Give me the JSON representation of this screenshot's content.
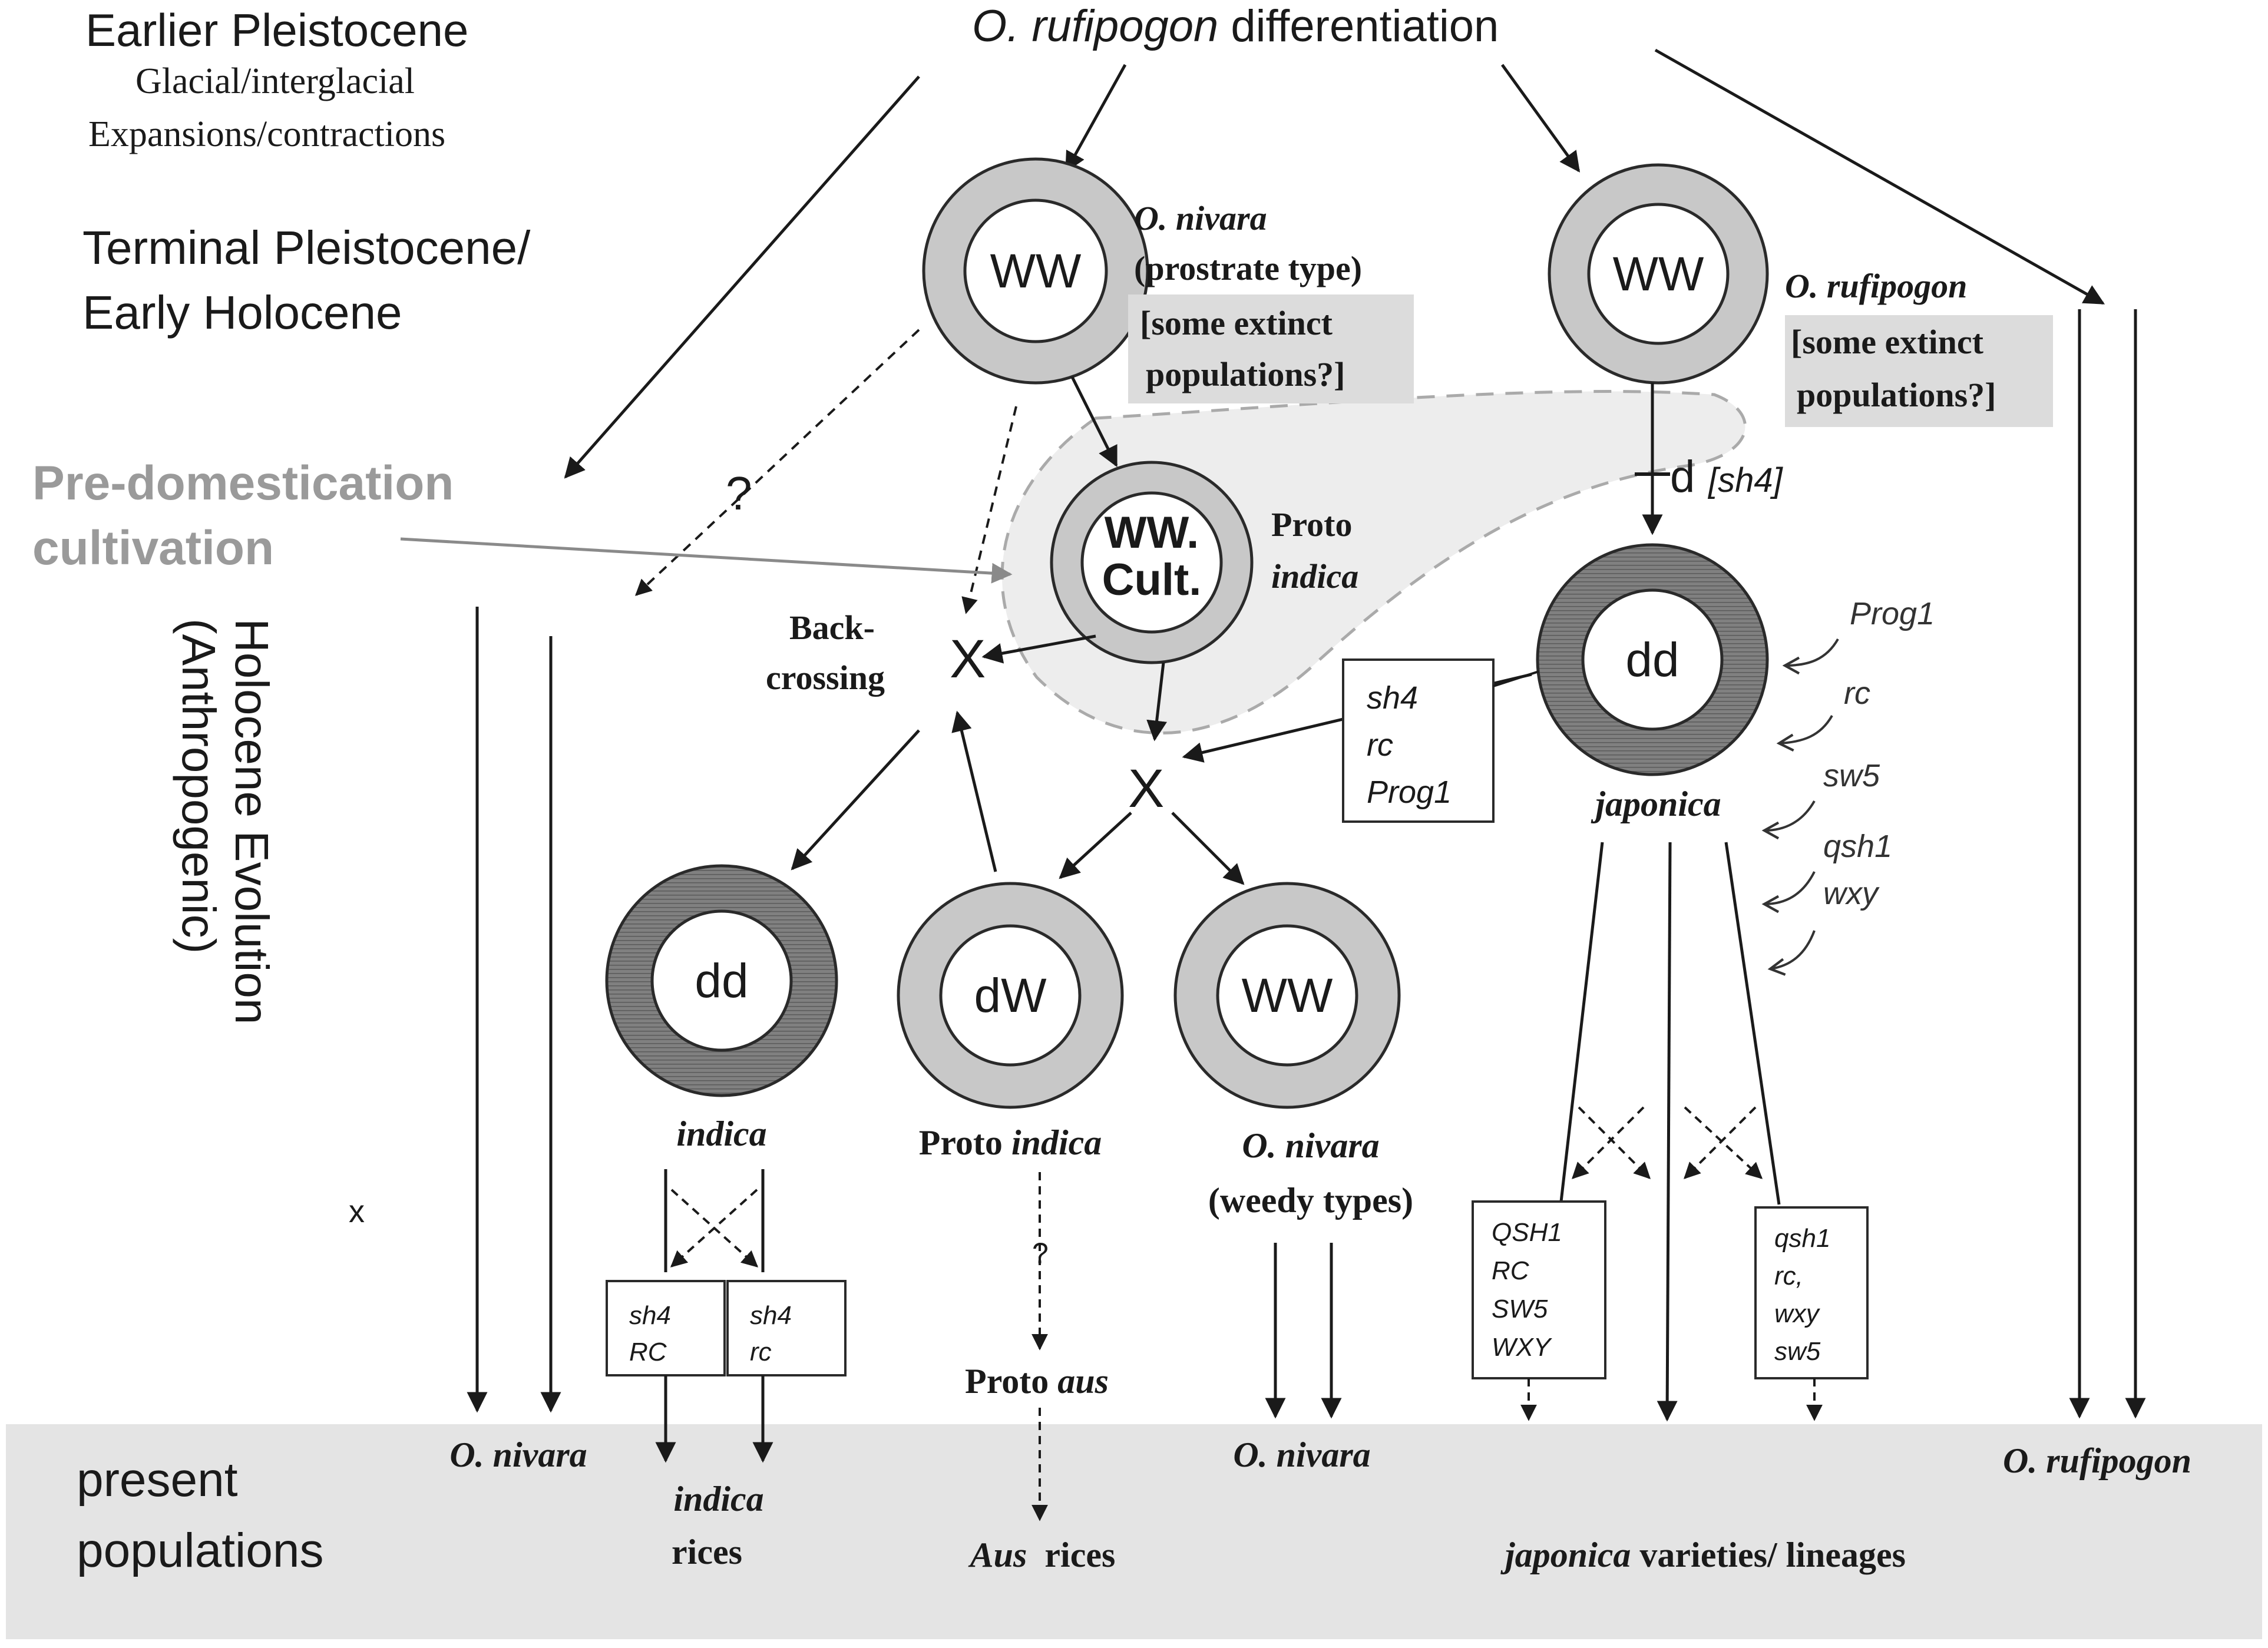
{
  "header": {
    "title_italic": "O. rufipogon",
    "title_rest": " differentiation"
  },
  "periods": {
    "earlier": "Earlier Pleistocene",
    "glacial": "Glacial/interglacial",
    "expansions": "Expansions/contractions",
    "terminal_1": "Terminal Pleistocene/",
    "terminal_2": "Early Holocene",
    "predom_1": "Pre-domestication",
    "predom_2": "cultivation",
    "holocene_1": "Holocene Evolution",
    "holocene_2": "(Anthropogenic)",
    "present_1": "present",
    "present_2": "populations"
  },
  "nodes": {
    "nivara_top": {
      "genotype": "WW",
      "name": "O. nivara",
      "note": "(prostrate type)",
      "extinct_1": "[some extinct",
      "extinct_2": "populations?]"
    },
    "rufipogon_top": {
      "genotype": "WW",
      "name": "O. rufipogon",
      "extinct_1": "[some extinct",
      "extinct_2": "populations?]"
    },
    "proto_indica_cult": {
      "genotype_1": "WW.",
      "genotype_2": "Cult.",
      "label_1": "Proto",
      "label_2": "indica"
    },
    "japonica": {
      "genotype": "dd",
      "name": "japonica",
      "mutation": "d",
      "gene": "[sh4]",
      "genes": [
        "Prog1",
        "rc",
        "sw5",
        "qsh1",
        "wxy"
      ]
    },
    "indica": {
      "genotype": "dd",
      "name": "indica"
    },
    "proto_indica": {
      "genotype": "dW",
      "name_prefix": "Proto ",
      "name_italic": "indica"
    },
    "nivara_weedy": {
      "genotype": "WW",
      "name": "O. nivara",
      "note": "(weedy types)"
    }
  },
  "labels": {
    "backcross_1": "Back-",
    "backcross_2": "crossing",
    "cross_symbol": "X",
    "question": "?",
    "small_x": "x",
    "proto_aus_prefix": "Proto ",
    "proto_aus_italic": "aus"
  },
  "gene_boxes": {
    "transfer": [
      "sh4",
      "rc",
      "Prog1"
    ],
    "indica_left": [
      "sh4",
      "RC"
    ],
    "indica_right": [
      "sh4",
      "rc"
    ],
    "japonica_left": [
      "QSH1",
      "RC",
      "SW5",
      "WXY"
    ],
    "japonica_right": [
      "qsh1",
      "rc,",
      "wxy",
      "sw5"
    ]
  },
  "present": {
    "nivara_left": "O. nivara",
    "indica_1": "indica",
    "indica_2": "rices",
    "aus_italic": "Aus",
    "aus_rest": "  rices",
    "nivara_right": "O. nivara",
    "japonica_italic": "japonica",
    "japonica_rest": " varieties/ lineages",
    "rufipogon": "O. rufipogon"
  },
  "colors": {
    "ink": "#1a1a1a",
    "ring_light": "#c8c8c8",
    "ring_dark": "#6e6e6e",
    "band": "#e4e4e4",
    "highlight": "#dcdcdc",
    "zone": "#ededed",
    "faded": "#9a9a9a"
  }
}
